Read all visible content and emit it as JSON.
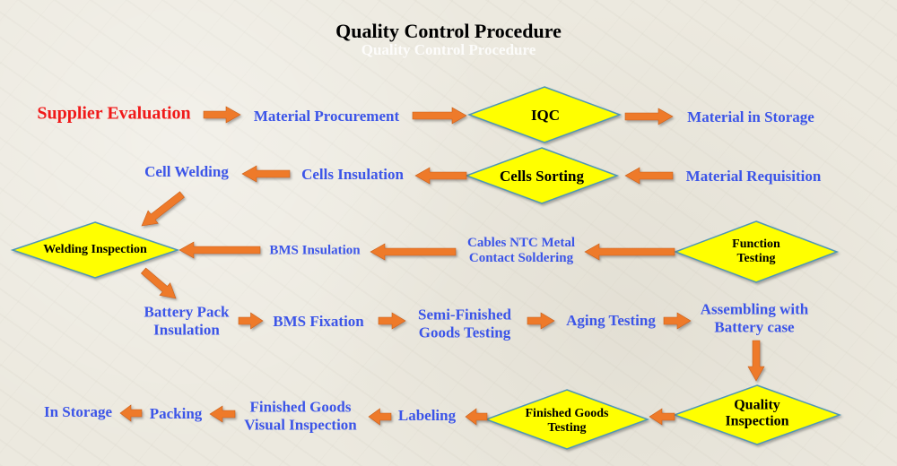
{
  "title": "Quality Control Procedure",
  "title_shadow": "Quality Control Procedure",
  "colors": {
    "label": "#3c55e8",
    "highlight": "#f01919",
    "diamond_fill": "#ffff00",
    "diamond_stroke": "#4f97b4",
    "arrow": "#ee7a2c"
  },
  "nodes": {
    "supplier_evaluation": "Supplier Evaluation",
    "material_procurement": "Material Procurement",
    "iqc": "IQC",
    "material_in_storage": "Material in Storage",
    "cell_welding": "Cell Welding",
    "cells_insulation": "Cells Insulation",
    "cells_sorting": "Cells Sorting",
    "material_requisition": "Material Requisition",
    "welding_inspection": "Welding Inspection",
    "bms_insulation": "BMS Insulation",
    "cables_ntc": {
      "line1": "Cables NTC Metal",
      "line2": "Contact Soldering"
    },
    "function_testing": {
      "line1": "Function",
      "line2": "Testing"
    },
    "battery_pack_insulation": {
      "line1": "Battery Pack",
      "line2": "Insulation"
    },
    "bms_fixation": "BMS Fixation",
    "semi_finished_testing": {
      "line1": "Semi-Finished",
      "line2": "Goods Testing"
    },
    "aging_testing": "Aging Testing",
    "assembling": {
      "line1": "Assembling with",
      "line2": "Battery case"
    },
    "in_storage": "In Storage",
    "packing": "Packing",
    "finished_goods_visual": {
      "line1": "Finished Goods",
      "line2": "Visual Inspection"
    },
    "labeling": "Labeling",
    "finished_goods_testing": {
      "line1": "Finished Goods",
      "line2": "Testing"
    },
    "quality_inspection": {
      "line1": "Quality",
      "line2": "Inspection"
    }
  }
}
